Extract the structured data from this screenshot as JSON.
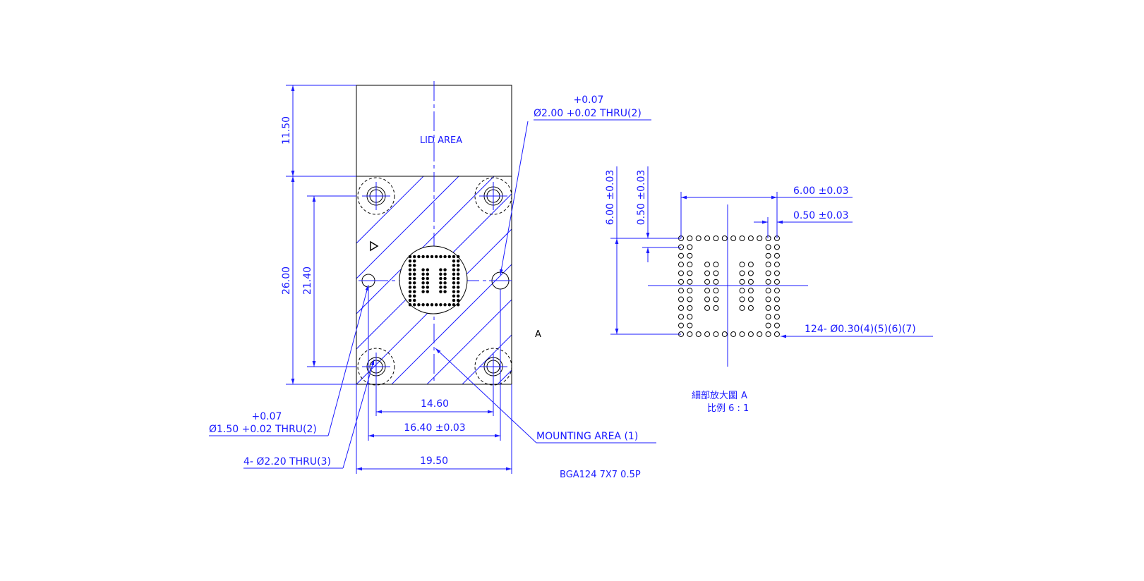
{
  "colors": {
    "dimension": "#1a1aff",
    "outline": "#000000"
  },
  "main_view": {
    "lid_area_label": "LID AREA",
    "dim_lid_height": "11.50",
    "dim_body_height": "26.00",
    "dim_hole_vertical": "21.40",
    "dim_inner_width": "14.60",
    "dim_mid_width": "16.40 ±0.03",
    "dim_total_width": "19.50",
    "note_hole_top_tol": "+0.07",
    "note_hole_top": "Ø2.00 +0.02 THRU(2)",
    "note_hole_left_tol": "+0.07",
    "note_hole_left": "Ø1.50 +0.02 THRU(2)",
    "note_holes_four": "4- Ø2.20 THRU(3)",
    "note_mounting": "MOUNTING AREA (1)",
    "detail_ref": "A",
    "part_name": "BGA124 7X7 0.5P"
  },
  "detail_view": {
    "dim_height": "6.00 ±0.03",
    "dim_pitch_vertical": "0.50 ±0.03",
    "dim_width": "6.00 ±0.03",
    "dim_pitch_horizontal": "0.50 ±0.03",
    "note_balls": "124- Ø0.30(4)(5)(6)(7)",
    "caption_title": "細部放大圖",
    "caption_ref": "A",
    "caption_scale": "比例 6 : 1"
  }
}
